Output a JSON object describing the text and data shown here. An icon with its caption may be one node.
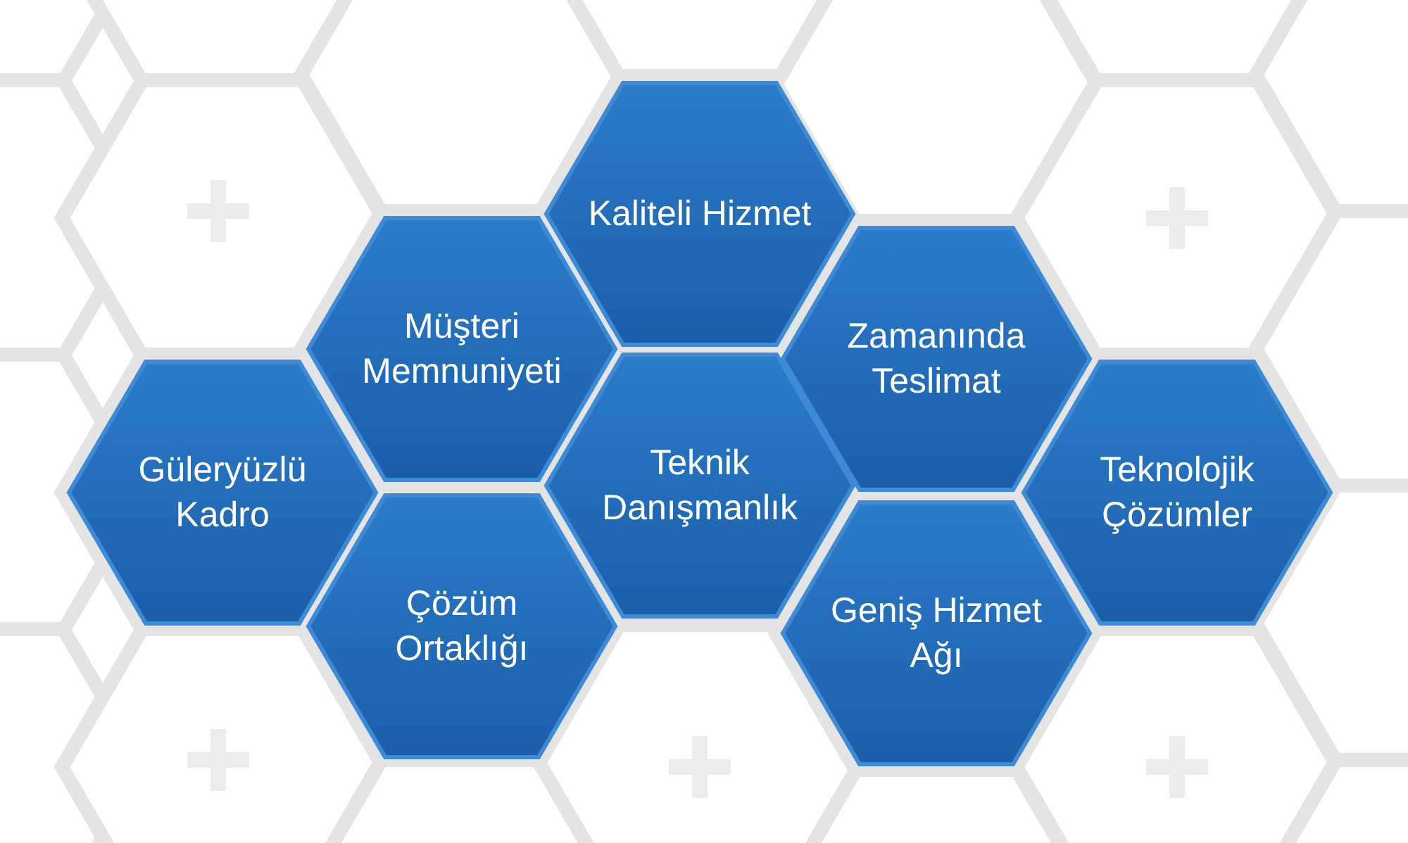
{
  "diagram": {
    "nodes": [
      {
        "text": [
          "Kaliteli Hizmet"
        ]
      },
      {
        "text": [
          "Müşteri Memnuniyeti"
        ]
      },
      {
        "text": [
          "Zamanında Teslimat"
        ]
      },
      {
        "text": [
          "Güleryüzlü Kadro"
        ]
      },
      {
        "text": [
          "Teknik Danışmanlık"
        ]
      },
      {
        "text": [
          "Teknolojik Çözümler"
        ]
      },
      {
        "text": [
          "Çözüm Ortaklığı"
        ]
      },
      {
        "text": [
          "Geniş Hizmet Ağı"
        ]
      }
    ]
  }
}
